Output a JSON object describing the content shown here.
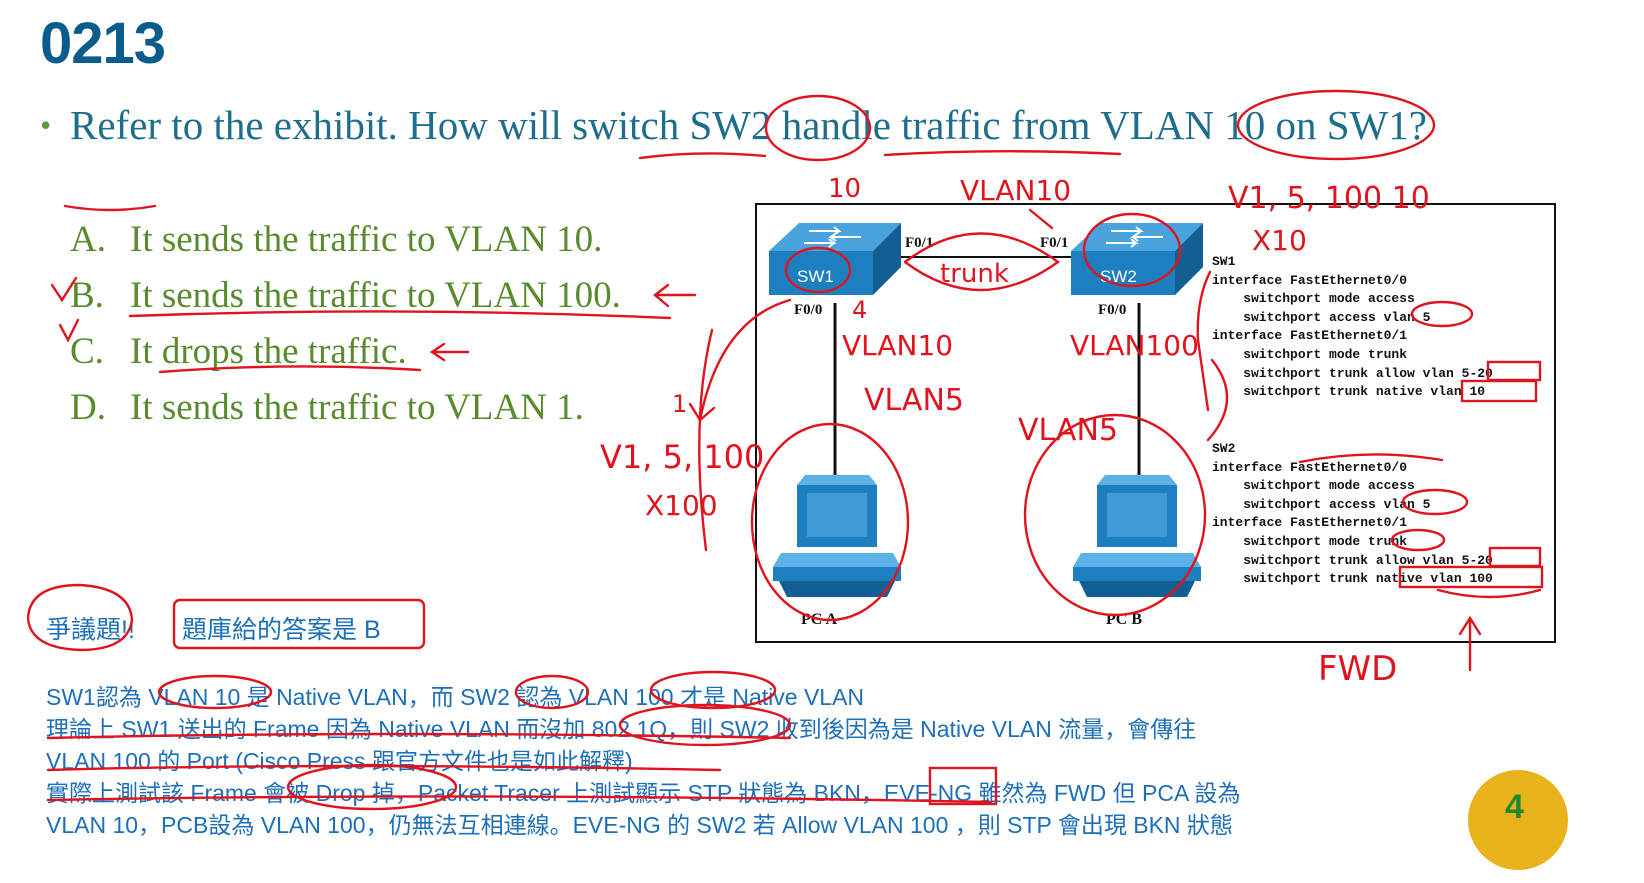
{
  "title": "0213",
  "question": {
    "bullet": "•",
    "text": "Refer to the exhibit. How will switch SW2 handle traffic from VLAN 10 on SW1?"
  },
  "options": [
    {
      "letter": "A.",
      "text": "It sends the traffic to VLAN 10."
    },
    {
      "letter": "B.",
      "text": "It sends the traffic to VLAN 100."
    },
    {
      "letter": "C.",
      "text": "It drops the traffic."
    },
    {
      "letter": "D.",
      "text": "It sends the traffic to VLAN 1."
    }
  ],
  "exhibit": {
    "sw1_label": "SW1",
    "sw2_label": "SW2",
    "sw1_trunk_port": "F0/1",
    "sw2_trunk_port": "F0/1",
    "sw1_access_port": "F0/0",
    "sw2_access_port": "F0/0",
    "pca_label": "PC A",
    "pcb_label": "PC B",
    "sw1_config": "SW1\ninterface FastEthernet0/0\n    switchport mode access\n    switchport access vlan 5\ninterface FastEthernet0/1\n    switchport mode trunk\n    switchport trunk allow vlan 5-20\n    switchport trunk native vlan 10",
    "sw2_config": "SW2\ninterface FastEthernet0/0\n    switchport mode access\n    switchport access vlan 5\ninterface FastEthernet0/1\n    switchport mode trunk\n    switchport trunk allow vlan 5-20\n    switchport trunk native vlan 100"
  },
  "notes": {
    "dispute": "爭議題!!",
    "bank_answer": "題庫給的答案是 B",
    "line1": "SW1認為 VLAN 10 是 Native VLAN，而 SW2 認為 VLAN 100 才是 Native VLAN",
    "line2": "理論上 SW1 送出的 Frame 因為 Native VLAN 而沒加 802.1Q，則 SW2 收到後因為是 Native VLAN 流量，會傳往",
    "line3": "VLAN 100 的 Port (Cisco Press 跟官方文件也是如此解釋)",
    "line4": "實際上測試該 Frame 會被 Drop 掉，Packet Tracer 上測試顯示 STP 狀態為 BKN，EVE-NG 雖然為 FWD 但 PCA 設為",
    "line5": "VLAN 10，PCB設為 VLAN 100，仍無法互相連線。EVE-NG 的 SW2 若 Allow VLAN 100 ，則 STP 會出現 BKN 狀態"
  },
  "handwriting": {
    "h1": "10",
    "h2": "VLAN10",
    "h3": "V1, 5, 100 10",
    "h4": "X10",
    "h5": "trunk",
    "h6": "VLAN10",
    "h7": "VLAN100",
    "h8": "VLAN5",
    "h9": "VLAN5",
    "h10": "V1, 5, 100",
    "h11": "X100",
    "h12": "FWD",
    "h13": "1",
    "h14": "4"
  },
  "page_number": "4",
  "colors": {
    "title": "#0a5c8c",
    "question": "#1f6d8d",
    "options": "#5a8a2e",
    "notes": "#1d6fb8",
    "ink": "#e0141e",
    "switch": "#1e7fc0",
    "badge": "#e8b21a"
  }
}
